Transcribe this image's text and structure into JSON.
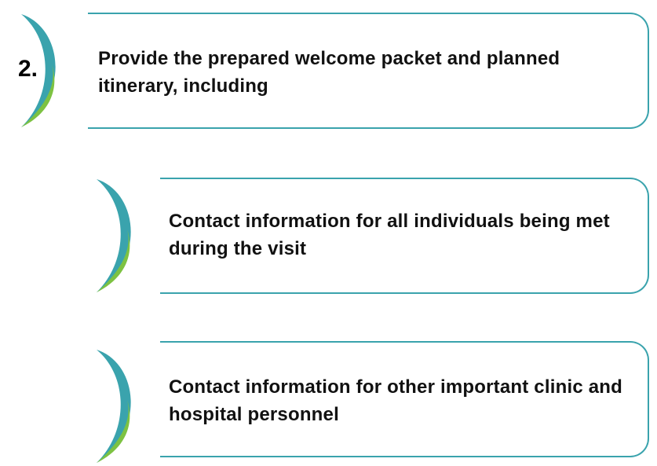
{
  "step_number": "2.",
  "main_item": {
    "text": "Provide the prepared welcome packet and planned itinerary, including"
  },
  "sub_items": [
    {
      "text": "Contact information for all individuals being met during the visit"
    },
    {
      "text": "Contact information for other important clinic and hospital personnel"
    }
  ],
  "colors": {
    "teal": "#3aa3ad",
    "green": "#7dc242",
    "text": "#111111"
  }
}
